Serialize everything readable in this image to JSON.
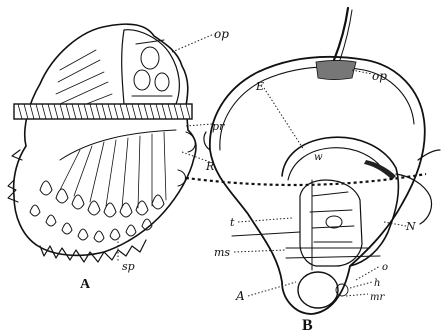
{
  "figure": {
    "panel_a_label": "A",
    "panel_b_label": "B",
    "labels": {
      "a_op": "op",
      "a_pr": "pr",
      "a_R": "R",
      "a_sp": "sp",
      "b_op": "op",
      "b_E": "E",
      "b_w": "w",
      "b_t": "t",
      "b_N": "N",
      "b_ms": "ms",
      "b_A": "A",
      "b_o": "o",
      "b_h": "h",
      "b_mr": "mr"
    }
  }
}
